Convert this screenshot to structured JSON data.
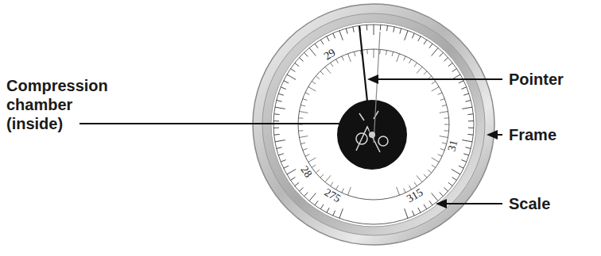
{
  "diagram": {
    "labels": [
      "Compression chamber (inside)",
      "Pointer",
      "Frame",
      "Scale",
      "29",
      "28",
      "31",
      "275",
      "315"
    ]
  }
}
